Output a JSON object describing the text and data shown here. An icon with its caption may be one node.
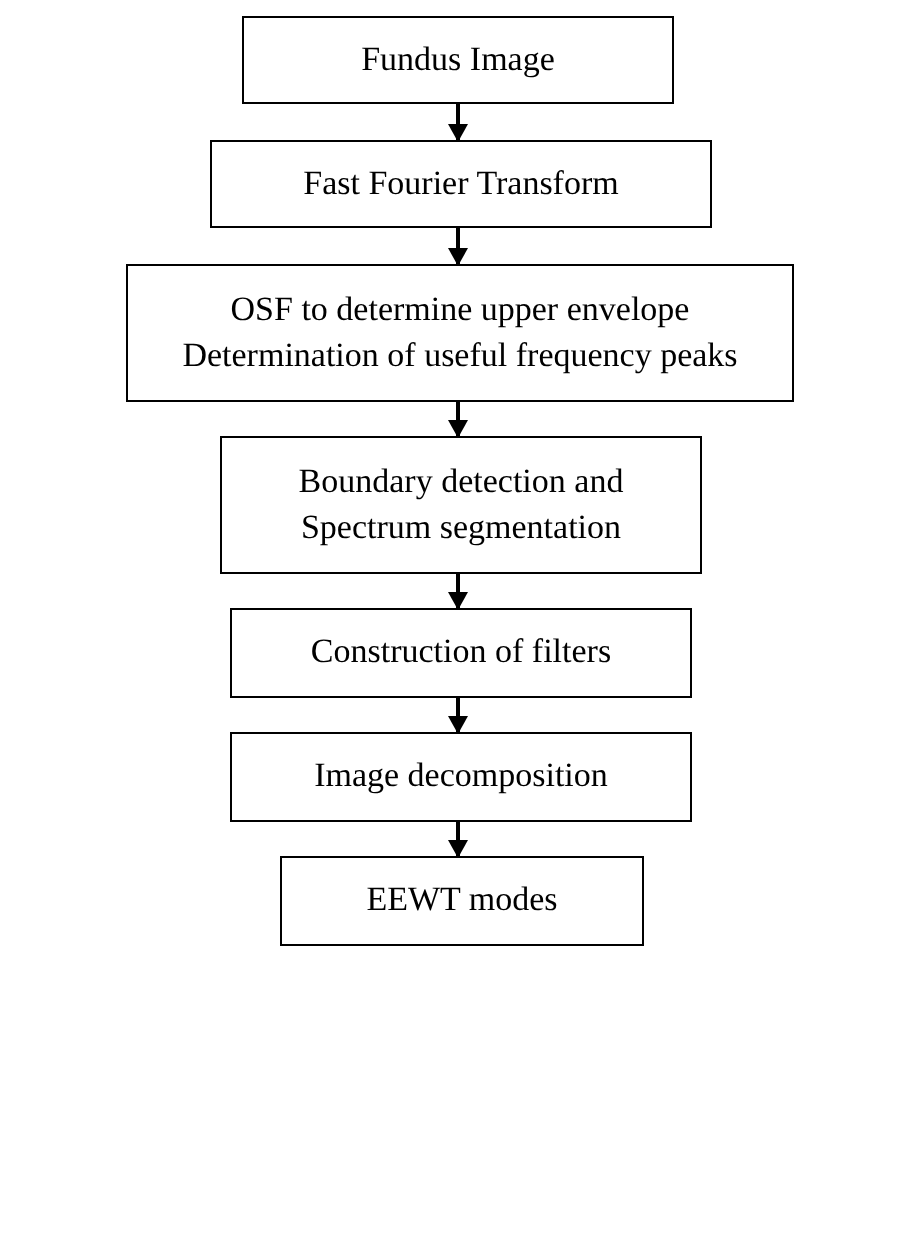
{
  "diagram": {
    "nodes": [
      {
        "text": [
          "Fundus Image"
        ]
      },
      {
        "text": [
          "Fast Fourier Transform"
        ]
      },
      {
        "text": [
          "OSF to determine upper envelope",
          "Determination of useful frequency peaks"
        ]
      },
      {
        "text": [
          "Boundary detection and Spectrum segmentation"
        ]
      },
      {
        "text": [
          "Construction of filters"
        ]
      },
      {
        "text": [
          "Image decomposition"
        ]
      },
      {
        "text": [
          "EEWT modes"
        ]
      }
    ],
    "edges": [
      {
        "from": 0,
        "to": 1,
        "arrow": "to"
      },
      {
        "from": 1,
        "to": 2,
        "arrow": "to"
      },
      {
        "from": 2,
        "to": 3,
        "arrow": "to"
      },
      {
        "from": 3,
        "to": 4,
        "arrow": "to"
      },
      {
        "from": 4,
        "to": 5,
        "arrow": "to"
      },
      {
        "from": 5,
        "to": 6,
        "arrow": "to"
      }
    ]
  }
}
